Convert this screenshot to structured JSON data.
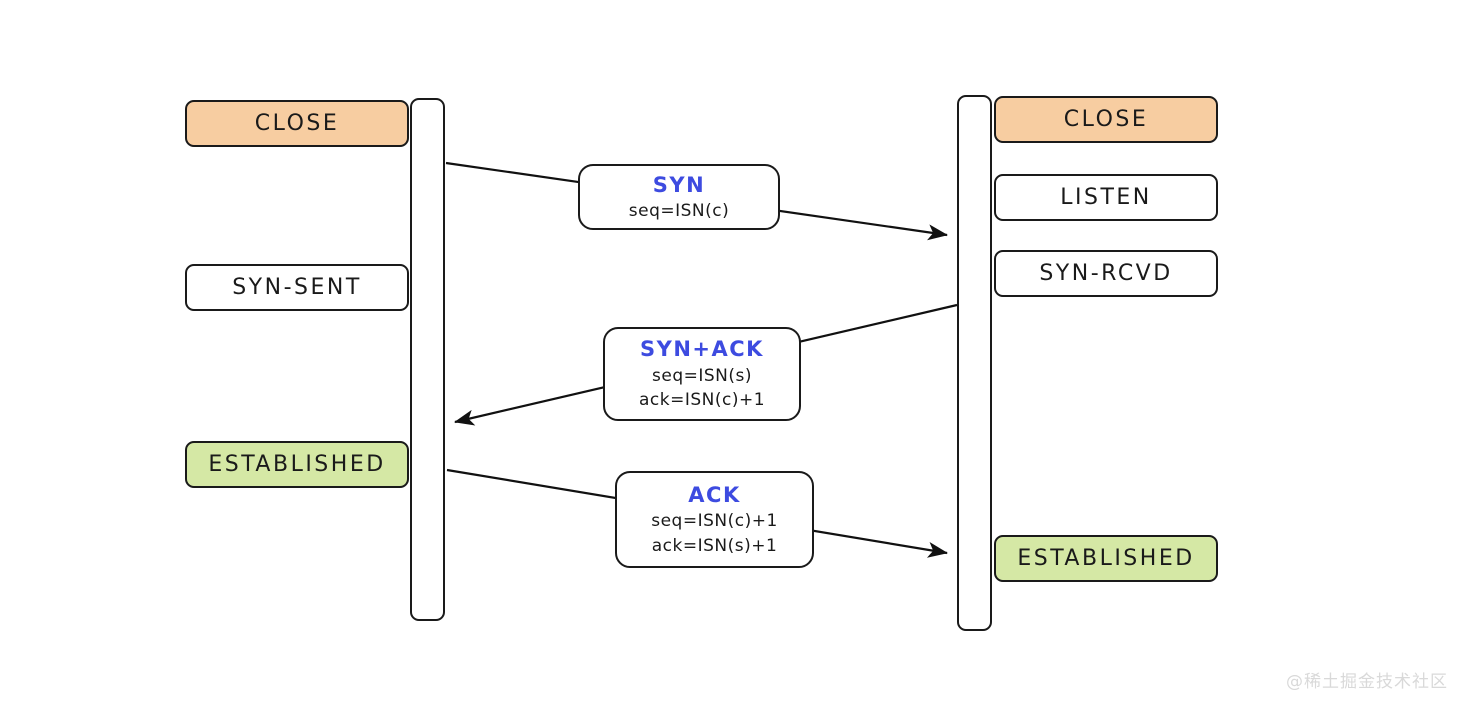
{
  "diagram": {
    "type": "sequence-diagram",
    "subject": "TCP three-way handshake",
    "client": {
      "states": [
        {
          "label": "CLOSE",
          "variant": "orange"
        },
        {
          "label": "SYN-SENT",
          "variant": "white"
        },
        {
          "label": "ESTABLISHED",
          "variant": "green"
        }
      ]
    },
    "server": {
      "states": [
        {
          "label": "CLOSE",
          "variant": "orange"
        },
        {
          "label": "LISTEN",
          "variant": "white"
        },
        {
          "label": "SYN-RCVD",
          "variant": "white"
        },
        {
          "label": "ESTABLISHED",
          "variant": "green"
        }
      ]
    },
    "messages": [
      {
        "title": "SYN",
        "lines": [
          "seq=ISN(c)"
        ],
        "direction": "client-to-server"
      },
      {
        "title": "SYN+ACK",
        "lines": [
          "seq=ISN(s)",
          "ack=ISN(c)+1"
        ],
        "direction": "server-to-client"
      },
      {
        "title": "ACK",
        "lines": [
          "seq=ISN(c)+1",
          "ack=ISN(s)+1"
        ],
        "direction": "client-to-server"
      }
    ],
    "colors": {
      "orange": "#f7cda1",
      "green": "#d5e8a5",
      "white": "#ffffff",
      "blue": "#3d4be0",
      "ink": "#1a1a1a",
      "watermark": "#d9d9d9"
    },
    "watermark": "@稀土掘金技术社区"
  }
}
